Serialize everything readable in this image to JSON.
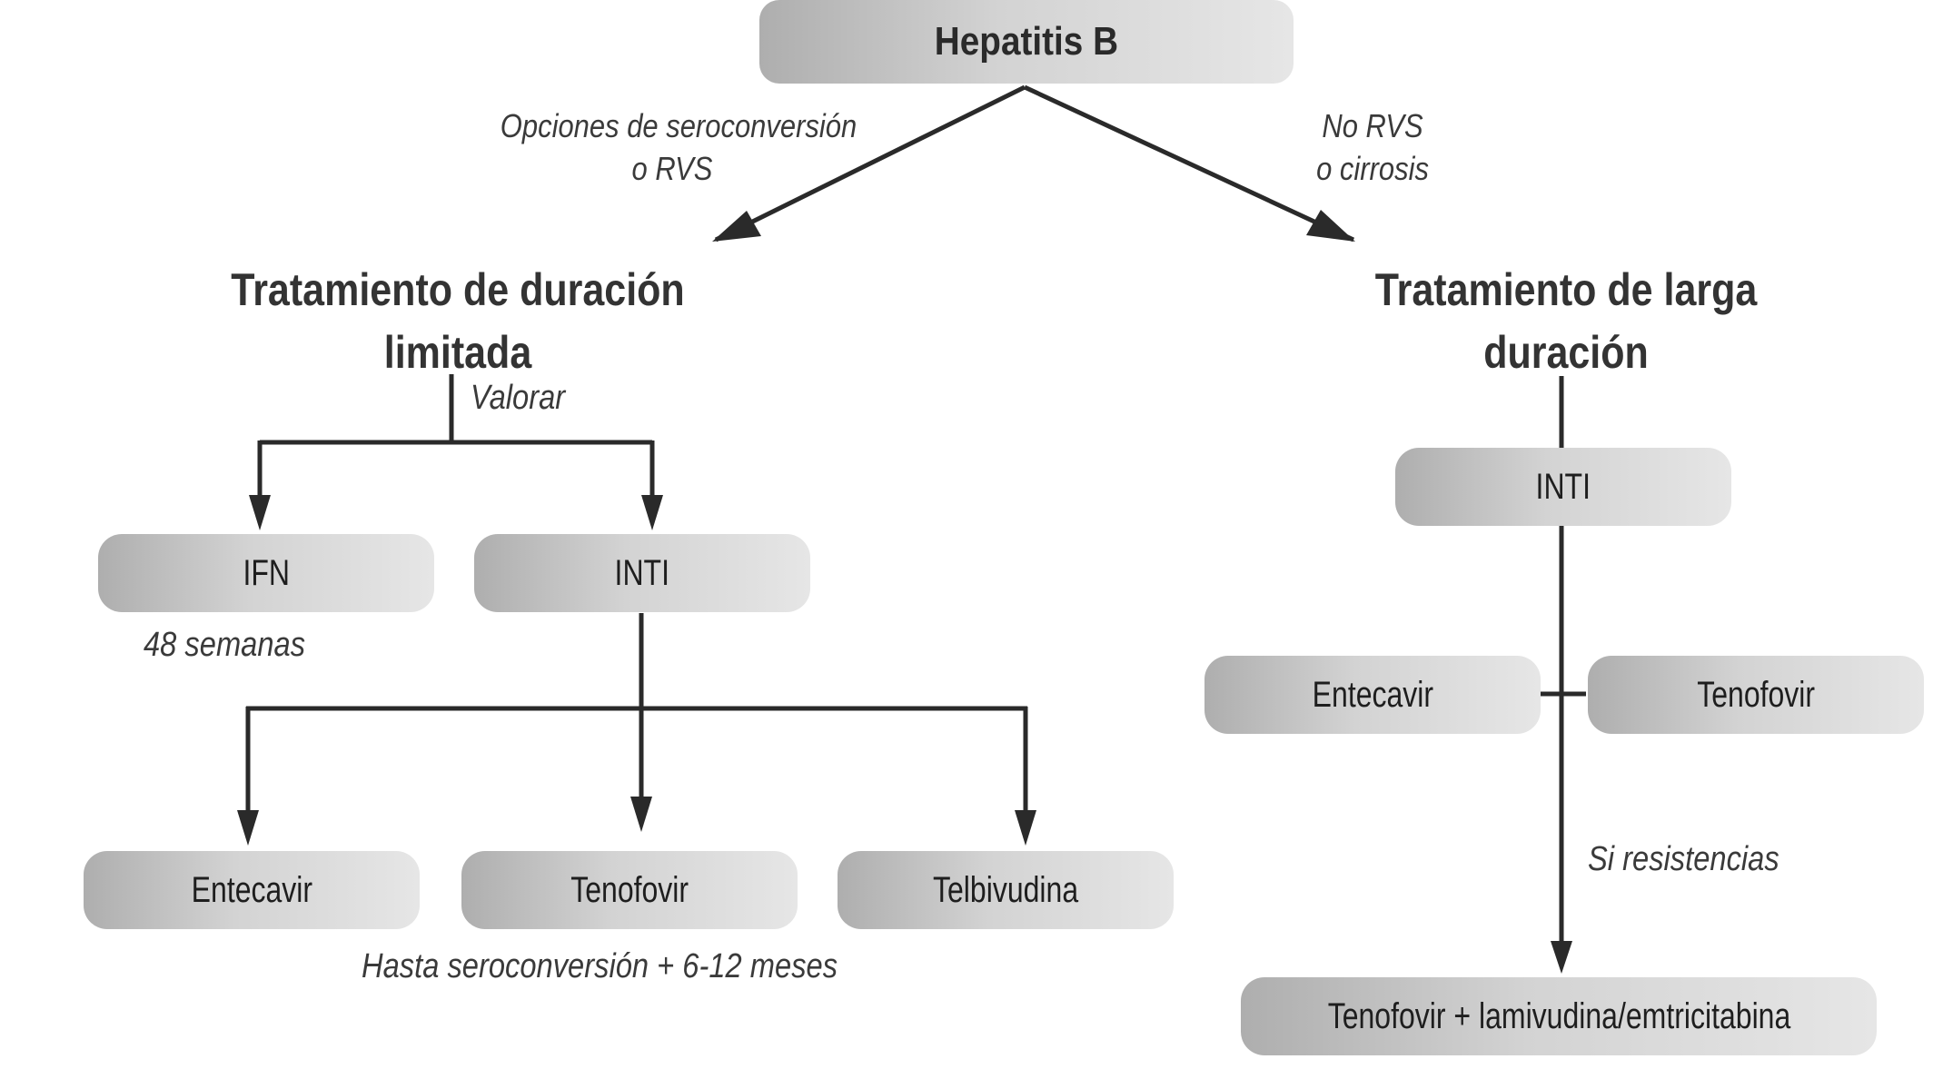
{
  "root": {
    "title": "Hepatitis B"
  },
  "branches": {
    "left_condition": {
      "line1": "Opciones de seroconversión",
      "line2": "o RVS"
    },
    "right_condition": {
      "line1": "No RVS",
      "line2": "o cirrosis"
    }
  },
  "left": {
    "heading": {
      "line1": "Tratamiento de duración",
      "line2": "limitada"
    },
    "valorar": "Valorar",
    "ifn": "IFN",
    "ifn_note": "48 semanas",
    "inti": "INTI",
    "drugs": [
      "Entecavir",
      "Tenofovir",
      "Telbivudina"
    ],
    "duration_note": "Hasta seroconversión + 6-12 meses"
  },
  "right": {
    "heading": {
      "line1": "Tratamiento de larga",
      "line2": "duración"
    },
    "inti": "INTI",
    "drugs": [
      "Entecavir",
      "Tenofovir"
    ],
    "resistance_note": "Si resistencias",
    "combo": "Tenofovir + lamivudina/emtricitabina"
  }
}
